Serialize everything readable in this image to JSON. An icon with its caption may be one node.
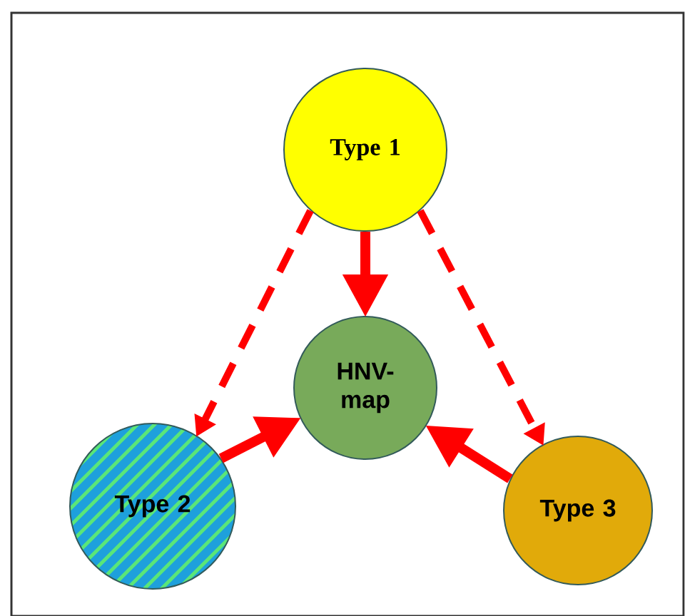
{
  "diagram": {
    "nodes": [
      {
        "text": [
          "Type 1"
        ]
      },
      {
        "text": [
          "HNV-map"
        ]
      },
      {
        "text": [
          "Type 2"
        ]
      },
      {
        "text": [
          "Type 3"
        ]
      }
    ],
    "edges": [
      {
        "from": 0,
        "to": 1,
        "arrow": "to"
      },
      {
        "from": 0,
        "to": 2,
        "arrow": "to",
        "style": "dashed"
      },
      {
        "from": 0,
        "to": 3,
        "arrow": "to",
        "style": "dashed"
      },
      {
        "from": 2,
        "to": 1,
        "arrow": "to"
      },
      {
        "from": 3,
        "to": 1,
        "arrow": "to"
      }
    ]
  }
}
